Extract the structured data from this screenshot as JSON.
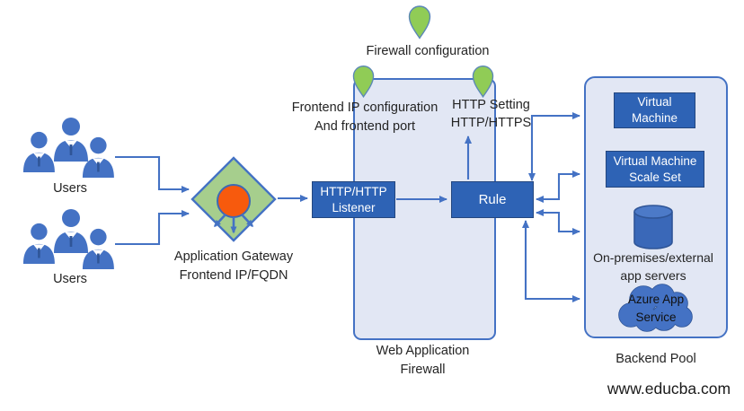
{
  "users_top": {
    "label": "Users"
  },
  "users_bottom": {
    "label": "Users"
  },
  "gateway": {
    "label": "Application Gateway\nFrontend IP/FQDN"
  },
  "annotations": {
    "firewall_config": "Firewall configuration",
    "frontend_ip": "Frontend IP configuration\nAnd frontend port",
    "http_setting": "HTTP Setting\nHTTP/HTTPS"
  },
  "waf": {
    "container_label": "Web Application\nFirewall",
    "listener": "HTTP/HTTP\nListener",
    "rule": "Rule"
  },
  "backend": {
    "container_label": "Backend Pool",
    "virtual_machine": "Virtual\nMachine",
    "vm_scale_set": "Virtual Machine\nScale Set",
    "on_premises": "On-premises/external\napp servers",
    "azure_app_service": "Azure App\nService"
  },
  "footer": {
    "watermark": "www.educba.com"
  },
  "colors": {
    "arrow_blue": "#4472C4",
    "box_blue": "#2E63B5",
    "box_border": "#24477F",
    "container_fill": "#E2E7F4",
    "container_border": "#4472C4",
    "diamond_green": "#A6CE8D",
    "pin_green": "#90CC56",
    "gateway_orange": "#F75A0D",
    "icon_blue": "#4472C4"
  }
}
